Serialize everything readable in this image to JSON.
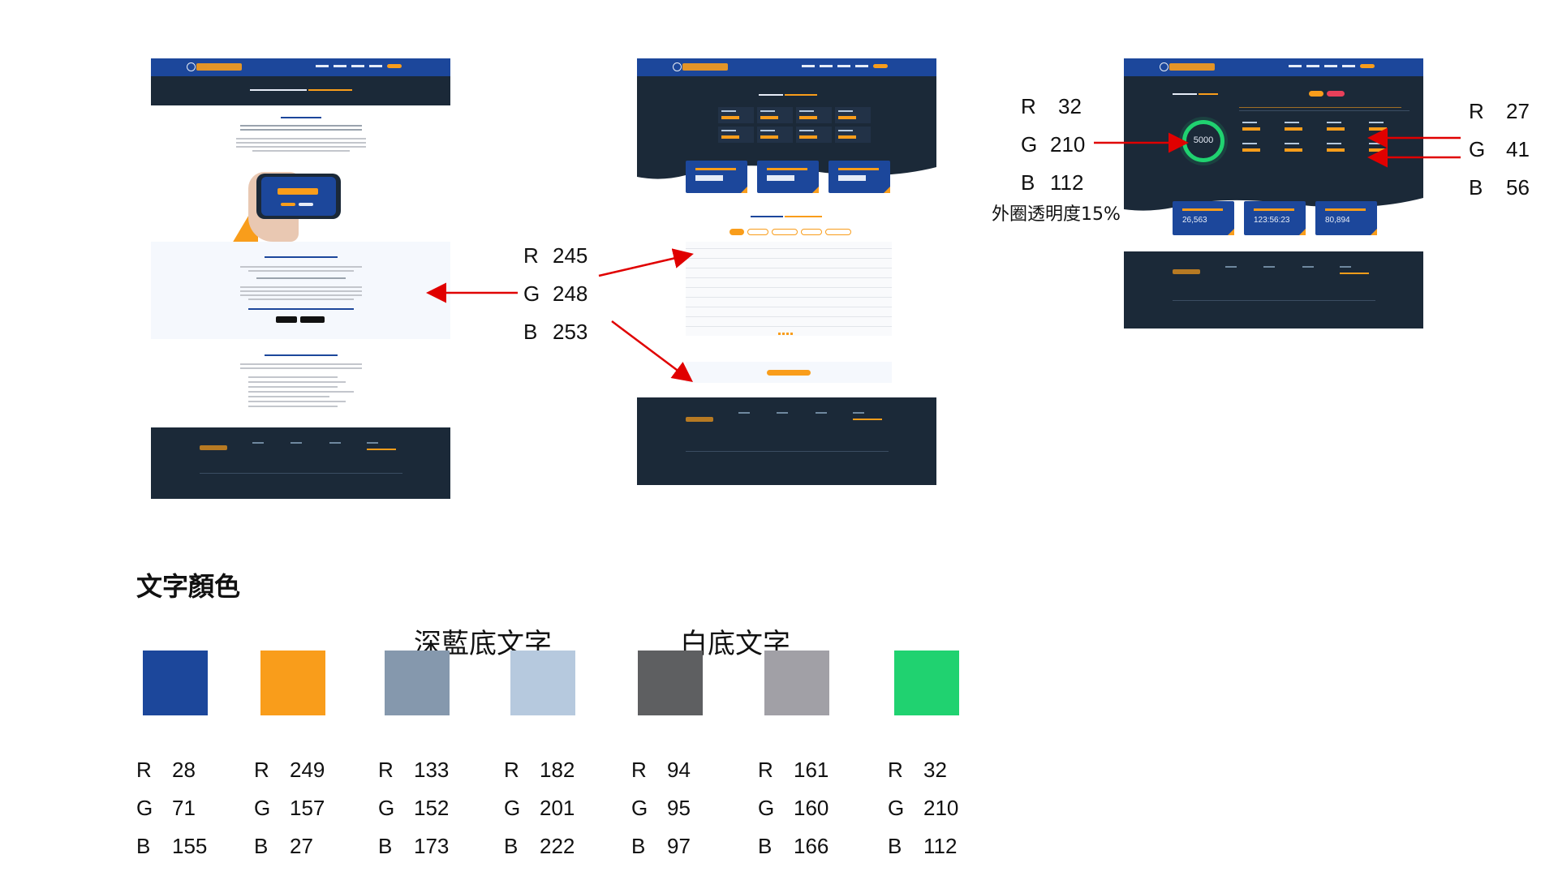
{
  "annotations": {
    "left_arrow_rgb": {
      "r_label": "R",
      "r": "245",
      "g_label": "G",
      "g": "248",
      "b_label": "B",
      "b": "253"
    },
    "ring_rgb": {
      "r_label": "R",
      "r": "32",
      "g_label": "G",
      "g": "210",
      "b_label": "B",
      "b": "112",
      "note": "外圈透明度15%"
    },
    "right_rgb": {
      "r_label": "R",
      "r": "27",
      "g_label": "G",
      "g": "41",
      "b_label": "B",
      "b": "56"
    }
  },
  "mock_text": {
    "ring_value": "5000",
    "card_values": [
      "26,563",
      "123:56:23",
      "80,894"
    ]
  },
  "palette": {
    "title": "文字顏色",
    "dark_label": "深藍底文字",
    "white_label": "白底文字",
    "swatches": [
      {
        "hex": "#1c479b",
        "r": "28",
        "g": "71",
        "b": "155"
      },
      {
        "hex": "#f99d1b",
        "r": "249",
        "g": "157",
        "b": "27"
      },
      {
        "hex": "#8598ad",
        "r": "133",
        "g": "152",
        "b": "173"
      },
      {
        "hex": "#b6c9de",
        "r": "182",
        "g": "201",
        "b": "222"
      },
      {
        "hex": "#5e5f61",
        "r": "94",
        "g": "95",
        "b": "97"
      },
      {
        "hex": "#a1a0a6",
        "r": "161",
        "g": "160",
        "b": "166"
      },
      {
        "hex": "#20d270",
        "r": "32",
        "g": "210",
        "b": "112"
      }
    ],
    "r_label": "R",
    "g_label": "G",
    "b_label": "B"
  }
}
